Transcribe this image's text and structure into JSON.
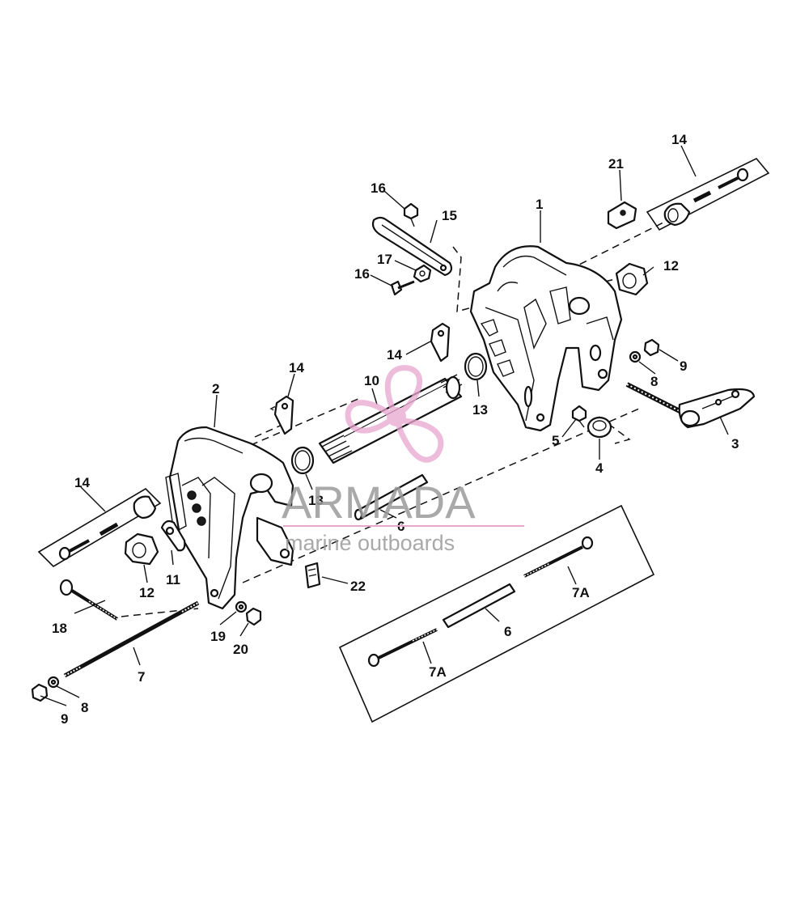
{
  "callouts": {
    "c1": "1",
    "c2": "2",
    "c3": "3",
    "c4": "4",
    "c5": "5",
    "c6a": "6",
    "c6b": "6",
    "c7": "7",
    "c7a1": "7A",
    "c7a2": "7A",
    "c8a": "8",
    "c8b": "8",
    "c9a": "9",
    "c9b": "9",
    "c10": "10",
    "c11": "11",
    "c12a": "12",
    "c12b": "12",
    "c13a": "13",
    "c13b": "13",
    "c14a": "14",
    "c14b": "14",
    "c14c": "14",
    "c14d": "14",
    "c15": "15",
    "c16a": "16",
    "c16b": "16",
    "c17": "17",
    "c18": "18",
    "c19": "19",
    "c20": "20",
    "c21": "21",
    "c22": "22"
  },
  "watermark": {
    "brand": "ARMADA",
    "tagline": "marine outboards",
    "brand_color": "#888888",
    "logo_color": "#e9a6cf"
  }
}
